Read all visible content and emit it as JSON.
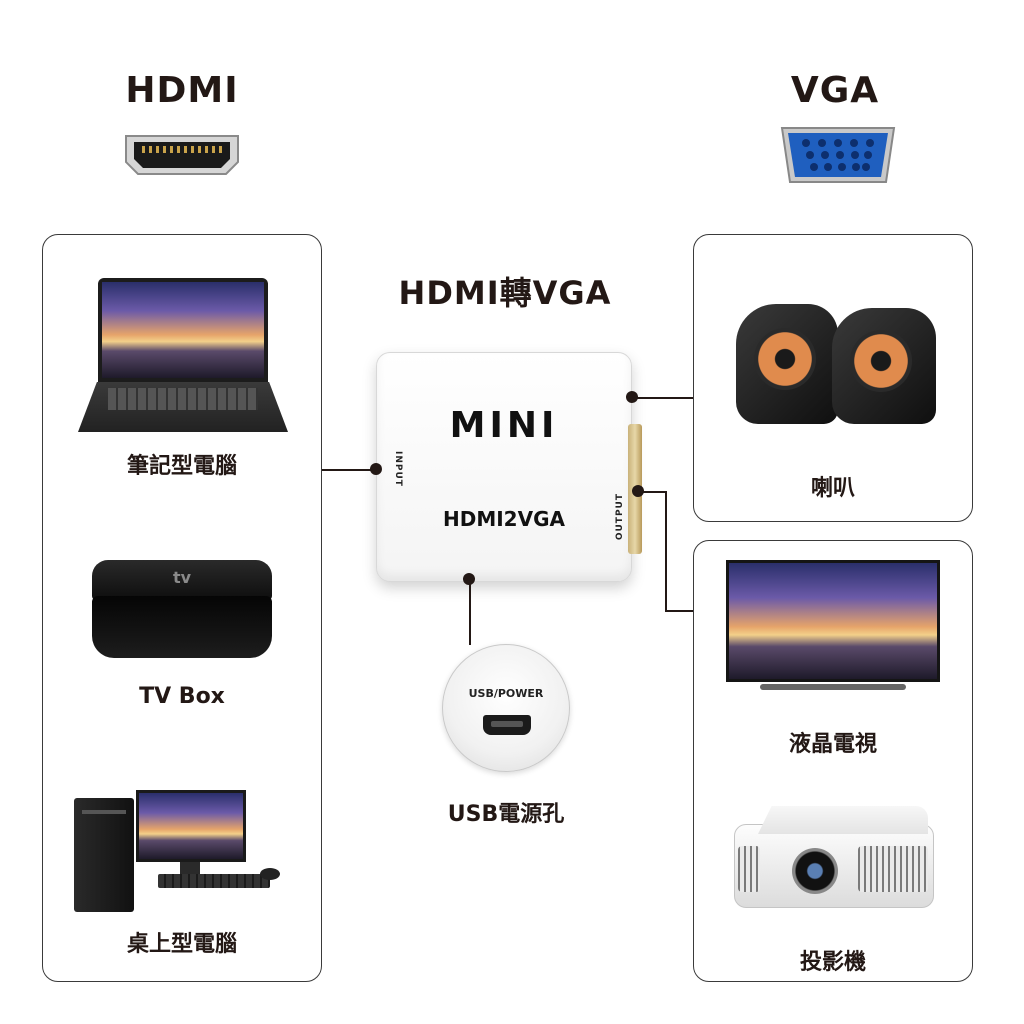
{
  "headings": {
    "hdmi": "HDMI",
    "vga": "VGA",
    "converter_title": "HDMI轉VGA"
  },
  "converter": {
    "logo": "MINI",
    "model": "HDMI2VGA",
    "input_label": "INPUT",
    "output_label": "OUTPUT"
  },
  "usb": {
    "port_text": "USB/POWER",
    "caption": "USB電源孔"
  },
  "sources": [
    {
      "label": "筆記型電腦"
    },
    {
      "label": "TV Box",
      "logo": "tv"
    },
    {
      "label": "桌上型電腦"
    }
  ],
  "outputs_audio": [
    {
      "label": "喇叭"
    }
  ],
  "outputs_display": [
    {
      "label": "液晶電視"
    },
    {
      "label": "投影機"
    }
  ],
  "icons": {
    "hdmi_connector": "hdmi-connector-icon",
    "vga_connector": "vga-connector-icon"
  },
  "colors": {
    "text": "#231815",
    "vga_blue": "#1f5fbf",
    "speaker_cone": "#d9864a"
  }
}
